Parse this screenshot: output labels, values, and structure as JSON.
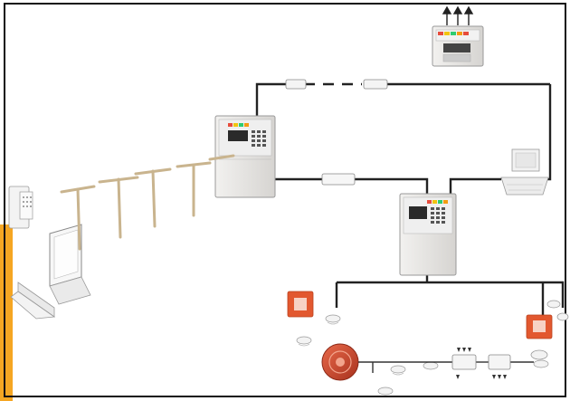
{
  "colors": {
    "background": "#ffffff",
    "frame": "#111111",
    "accent_tab": "#f5a623",
    "bus_line": "#222222",
    "panel_cabinet": "#e4e2e0",
    "panel_display": "#2a2a2a",
    "call_point_red": "#e2582f",
    "sounder_red": "#c9432a",
    "antenna_pole": "#c9b48e",
    "indicator_palette": [
      "#e74c3c",
      "#f1c40f",
      "#2ecc71",
      "#f39c12"
    ]
  },
  "icons": [
    "network-fire-alarm-panel",
    "repeater-panel",
    "workstation-computer",
    "telephone",
    "laptop-computer",
    "printer",
    "radio-antenna",
    "network-module",
    "manual-call-point",
    "smoke-detector",
    "sounder",
    "loop-module",
    "up-arrow"
  ]
}
